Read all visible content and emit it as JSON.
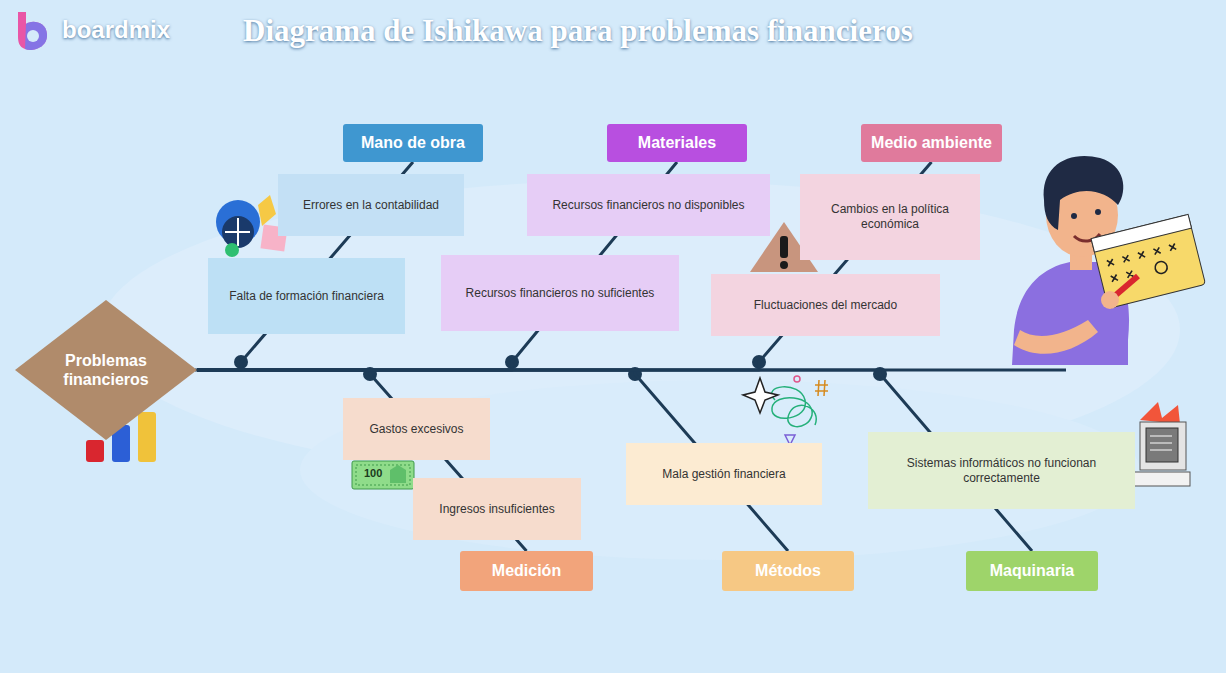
{
  "diagram": {
    "title": "Diagrama de Ishikawa para problemas financieros",
    "nodes": [
      {
        "text": [
          "Problemas financieros"
        ]
      },
      {
        "text": [
          "Mano de obra"
        ]
      },
      {
        "text": [
          "Errores en la contabilidad"
        ]
      },
      {
        "text": [
          "Falta de formación financiera"
        ]
      },
      {
        "text": [
          "Materiales"
        ]
      },
      {
        "text": [
          "Recursos financieros no disponibles"
        ]
      },
      {
        "text": [
          "Recursos financieros no suficientes"
        ]
      },
      {
        "text": [
          "Medio ambiente"
        ]
      },
      {
        "text": [
          "Cambios en la política económica"
        ]
      },
      {
        "text": [
          "Fluctuaciones del mercado"
        ]
      },
      {
        "text": [
          "Gastos excesivos"
        ]
      },
      {
        "text": [
          "Ingresos insuficientes"
        ]
      },
      {
        "text": [
          "Medición"
        ]
      },
      {
        "text": [
          "Mala gestión financiera"
        ]
      },
      {
        "text": [
          "Métodos"
        ]
      },
      {
        "text": [
          "Sistemas informáticos no funcionan correctamente"
        ]
      },
      {
        "text": [
          "Maquinaria"
        ]
      }
    ],
    "edges": [
      {
        "from": 1,
        "to": 0,
        "arrow": "none"
      },
      {
        "from": 4,
        "to": 0,
        "arrow": "none"
      },
      {
        "from": 7,
        "to": 0,
        "arrow": "none"
      },
      {
        "from": 12,
        "to": 0,
        "arrow": "none"
      },
      {
        "from": 14,
        "to": 0,
        "arrow": "none"
      },
      {
        "from": 16,
        "to": 0,
        "arrow": "none"
      }
    ],
    "labels": [
      "boardmix",
      "100"
    ]
  }
}
